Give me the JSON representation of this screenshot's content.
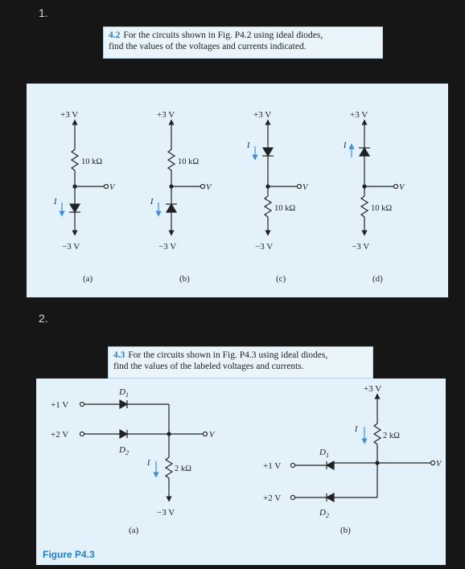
{
  "problem1": {
    "number": "1.",
    "label": "4.2",
    "text_line1": "For the circuits shown in Fig. P4.2 using ideal diodes,",
    "text_line2": "find the values of the voltages and currents indicated."
  },
  "fig42": {
    "circuits": [
      {
        "top_v": "+3 V",
        "bottom_v": "−3 V",
        "resistor": "10 kΩ",
        "out": "V",
        "current": "I",
        "caption": "(a)"
      },
      {
        "top_v": "+3 V",
        "bottom_v": "−3 V",
        "resistor": "10 kΩ",
        "out": "V",
        "current": "I",
        "caption": "(b)"
      },
      {
        "top_v": "+3 V",
        "bottom_v": "−3 V",
        "resistor": "10 kΩ",
        "out": "V",
        "current": "I",
        "caption": "(c)"
      },
      {
        "top_v": "+3 V",
        "bottom_v": "−3 V",
        "resistor": "10 kΩ",
        "out": "V",
        "current": "I",
        "caption": "(d)"
      }
    ]
  },
  "problem2": {
    "number": "2.",
    "label": "4.3",
    "text_line1": "For the circuits shown in Fig. P4.3 using ideal diodes,",
    "text_line2": "find the values of the labeled voltages and currents."
  },
  "fig43": {
    "a": {
      "in1": "+1 V",
      "in2": "+2 V",
      "d1": "D",
      "d1_sub": "1",
      "d2": "D",
      "d2_sub": "2",
      "resistor": "2 kΩ",
      "current": "I",
      "out": "V",
      "bottom_v": "−3 V",
      "caption": "(a)"
    },
    "b": {
      "top_v": "+3 V",
      "resistor": "2 kΩ",
      "current": "I",
      "out": "V",
      "in1": "+1 V",
      "in2": "+2 V",
      "d1": "D",
      "d1_sub": "1",
      "d2": "D",
      "d2_sub": "2",
      "caption": "(b)"
    },
    "figure_label": "Figure P4.3"
  },
  "colors": {
    "background": "#161616",
    "panel": "#e3f1fb",
    "accent": "#2a7fc0",
    "current_arrow": "#3b8fd0"
  }
}
